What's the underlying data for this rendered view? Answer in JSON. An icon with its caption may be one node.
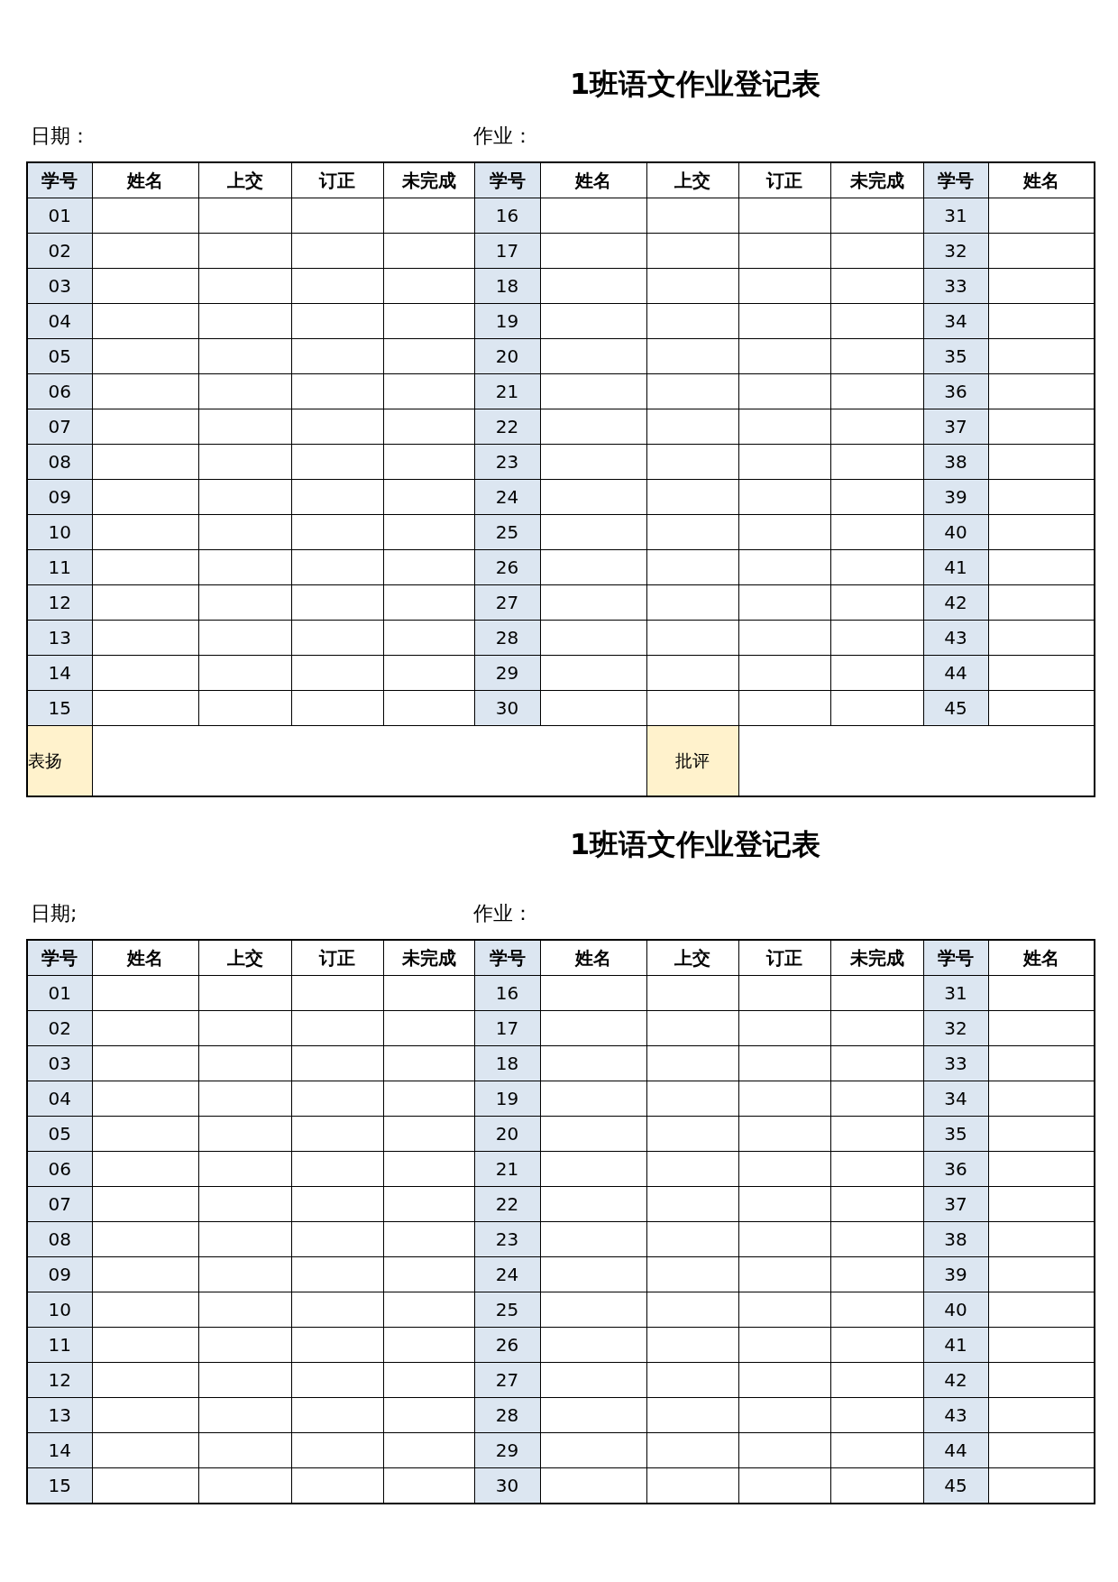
{
  "diagram": {
    "labels": [
      "1班语文作业登记表",
      "日期：",
      "作业：",
      "学号",
      "姓名",
      "上交",
      "订正",
      "未完成",
      "学号",
      "姓名",
      "上交",
      "订正",
      "未完成",
      "学号",
      "姓名",
      "01",
      "16",
      "31",
      "02",
      "17",
      "32",
      "03",
      "18",
      "33",
      "04",
      "19",
      "34",
      "05",
      "20",
      "35",
      "06",
      "21",
      "36",
      "07",
      "22",
      "37",
      "08",
      "23",
      "38",
      "09",
      "24",
      "39",
      "10",
      "25",
      "40",
      "11",
      "26",
      "41",
      "12",
      "27",
      "42",
      "13",
      "28",
      "43",
      "14",
      "29",
      "44",
      "15",
      "30",
      "45",
      "表扬",
      "批评",
      "1班语文作业登记表",
      "日期;",
      "作业：",
      "学号",
      "姓名",
      "上交",
      "订正",
      "未完成",
      "学号",
      "姓名",
      "上交",
      "订正",
      "未完成",
      "学号",
      "姓名",
      "01",
      "16",
      "31",
      "02",
      "17",
      "32",
      "03",
      "18",
      "33",
      "04",
      "19",
      "34",
      "05",
      "20",
      "35",
      "06",
      "21",
      "36",
      "07",
      "22",
      "37",
      "08",
      "23",
      "38",
      "09",
      "24",
      "39",
      "10",
      "25",
      "40",
      "11",
      "26",
      "41",
      "12",
      "27",
      "42",
      "13",
      "28",
      "43",
      "14",
      "29",
      "44",
      "15",
      "30",
      "45"
    ]
  }
}
